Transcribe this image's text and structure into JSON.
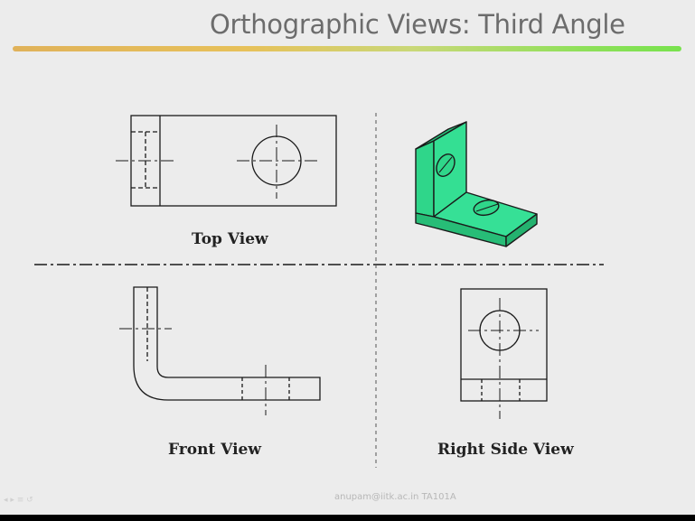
{
  "slide": {
    "title": "Orthographic Views: Third Angle",
    "footer": "anupam@iitk.ac.in   TA101A",
    "footer_glyph": "◂ ▸ ≡ ↺"
  },
  "views": {
    "top_label": "Top View",
    "front_label": "Front View",
    "side_label": "Right Side View"
  },
  "colors": {
    "isometric_fill": "#2fd68a",
    "line": "#1a1a1a"
  }
}
